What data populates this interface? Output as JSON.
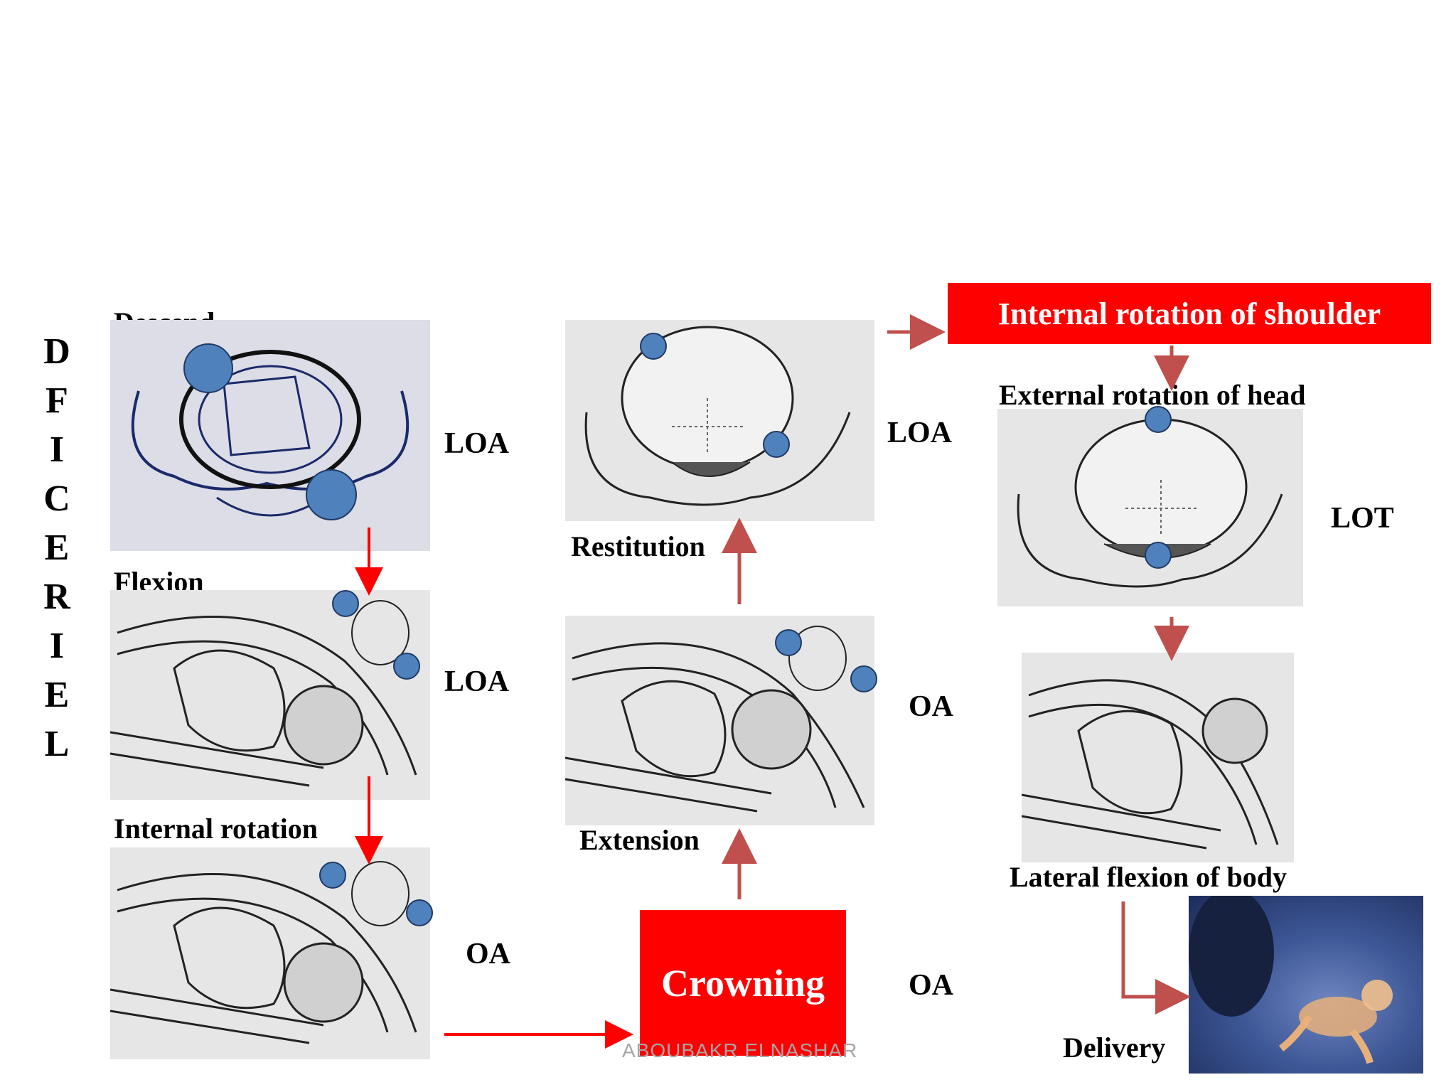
{
  "acronym": {
    "letters": [
      "D",
      "F",
      "I",
      "C",
      "E",
      "R",
      "I",
      "E",
      "L"
    ]
  },
  "stages": {
    "descend": "Descend",
    "flexion": "Flexion",
    "internal_rotation": "Internal rotation",
    "restitution": "Restitution",
    "extension": "Extension",
    "crowning": "Crowning",
    "internal_rotation_shoulder": "Internal rotation of shoulder",
    "external_rotation_head": "External rotation of head",
    "lateral_flexion": "Lateral flexion of body",
    "delivery": "Delivery"
  },
  "positions": {
    "descend": "LOA",
    "flexion": "LOA",
    "internal_rotation": "OA",
    "restitution": "LOA",
    "extension": "OA",
    "crowning": "OA",
    "external_rotation": "LOT"
  },
  "footer": {
    "author": "ABOUBAKR ELNASHAR"
  },
  "colors": {
    "red": "#ff0000",
    "arrow_brown": "#c0504d",
    "dot_blue": "#4f81bd"
  }
}
